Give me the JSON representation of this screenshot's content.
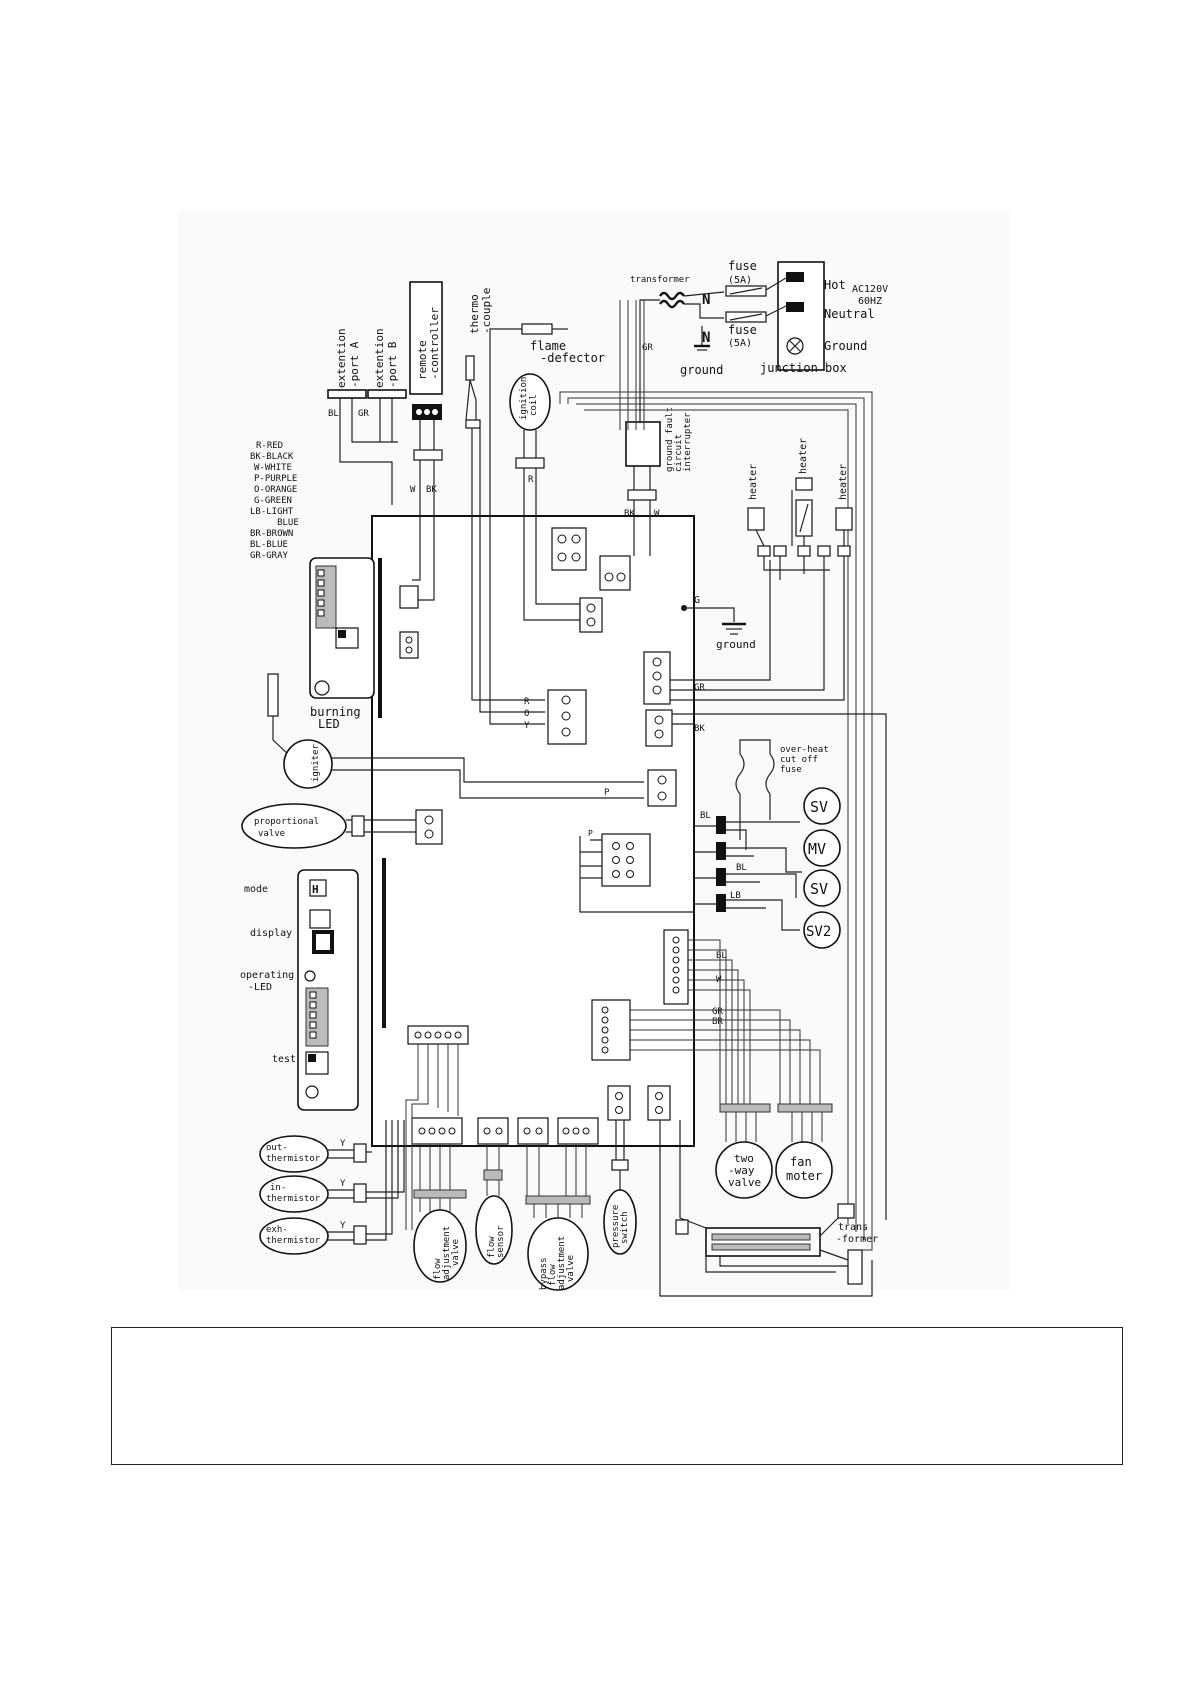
{
  "diagram": {
    "power": {
      "transformer": "transformer",
      "fuse_top": "fuse",
      "fuse_top_rating": "(5A)",
      "fuse_bottom": "fuse",
      "fuse_bottom_rating": "(5A)",
      "hot": "Hot",
      "neutral": "Neutral",
      "ground": "Ground",
      "supply_voltage": "AC120V",
      "supply_freq": "60HZ",
      "junction_box": "junction box",
      "ground_symbol_label": "ground",
      "n_mark_1": "N",
      "n_mark_2": "N"
    },
    "top": {
      "ext_port_a_1": "extention",
      "ext_port_a_2": "-port A",
      "ext_port_b_1": "extention",
      "ext_port_b_2": "-port B",
      "remote_1": "remote",
      "remote_2": "-controller",
      "thermo_1": "thermo",
      "thermo_2": "-couple",
      "flame_1": "flame",
      "flame_2": "-defector",
      "ignition_1": "ignition",
      "ignition_2": "coil",
      "gfci_1": "ground fault",
      "gfci_2": "circuit",
      "gfci_3": "interrupter",
      "heater_a": "heater",
      "heater_b": "heater",
      "heater_c": "heater"
    },
    "legend": [
      "R-RED",
      "BK-BLACK",
      "W-WHITE",
      "P-PURPLE",
      "O-ORANGE",
      "G-GREEN",
      "LB-LIGHT",
      "     BLUE",
      "BR-BROWN",
      "BL-BLUE",
      "GR-GRAY"
    ],
    "left": {
      "burning_led_1": "burning",
      "burning_led_2": "LED",
      "igniter": "igniter",
      "proportional_valve_1": "proportional",
      "proportional_valve_2": "valve",
      "mode": "mode",
      "display": "display",
      "operating_led_1": "operating",
      "operating_led_2": "-LED",
      "test": "test",
      "out_thermistor_1": "out-",
      "out_thermistor_2": "thermistor",
      "in_thermistor_1": "in-",
      "in_thermistor_2": "thermistor",
      "exh_thermistor_1": "exh-",
      "exh_thermistor_2": "thermistor"
    },
    "right": {
      "overheat_1": "over-heat",
      "overheat_2": "cut off",
      "overheat_3": "fuse",
      "sv": "SV",
      "mv": "MV",
      "sv_b": "SV",
      "sv2": "SV2",
      "two_way_1": "two",
      "two_way_2": "-way",
      "two_way_3": "valve",
      "fan_1": "fan",
      "fan_2": "moter",
      "transformer_1": "trans",
      "transformer_2": "-former"
    },
    "bottom": {
      "flow_adj_1": "flow",
      "flow_adj_2": "adjustment",
      "flow_adj_3": "valve",
      "flow_sensor_1": "flow",
      "flow_sensor_2": "sensor",
      "bypass_1": "bypass",
      "bypass_2": "flow",
      "bypass_3": "adjustment",
      "bypass_4": "valve",
      "pressure_1": "pressure",
      "pressure_2": "switch"
    },
    "wire_labels": {
      "bl": "BL",
      "gr": "GR",
      "w": "W",
      "bk": "BK",
      "r": "R",
      "g": "G",
      "o": "O",
      "p": "P",
      "y": "Y",
      "lb": "LB",
      "br": "BR"
    },
    "ground_board": "ground"
  },
  "note_box": {
    "text": ""
  }
}
